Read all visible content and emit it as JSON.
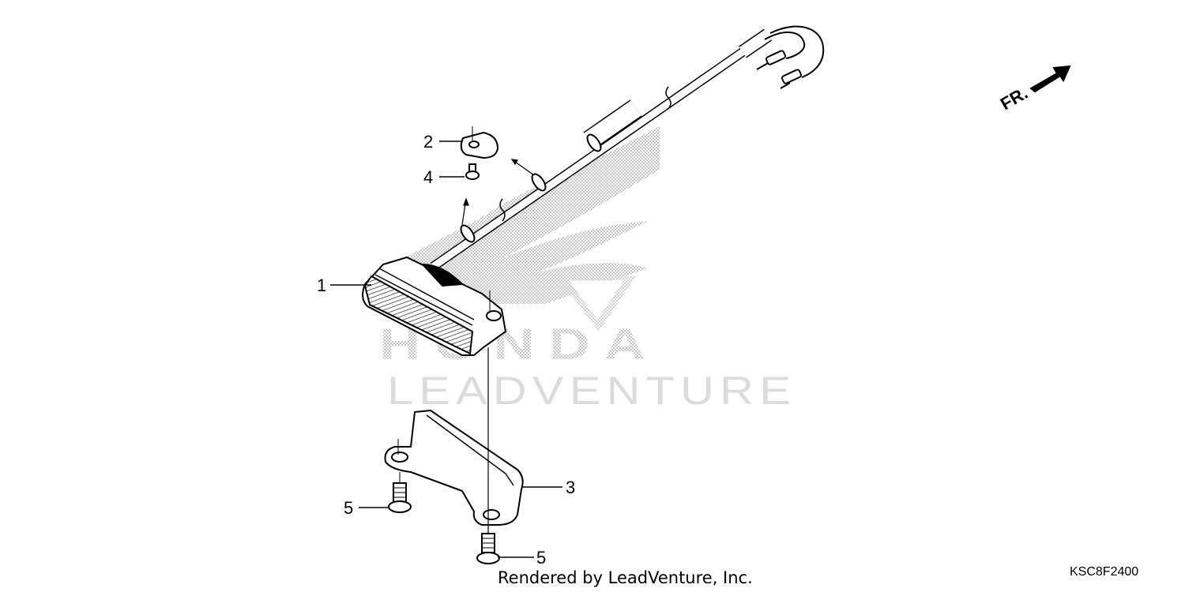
{
  "callouts": {
    "c1": "1",
    "c2": "2",
    "c3": "3",
    "c4": "4",
    "c5a": "5",
    "c5b": "5"
  },
  "direction_label": "FR.",
  "watermark": {
    "brand": "LEADVENTURE",
    "logo_text": "HONDA"
  },
  "footer_text": "Rendered by LeadVenture, Inc.",
  "diagram_code": "KSC8F2400"
}
